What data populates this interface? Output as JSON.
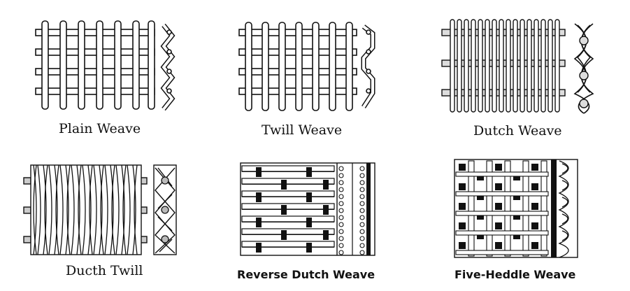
{
  "figure": {
    "panels": [
      {
        "id": "plain",
        "label": "Plain Weave"
      },
      {
        "id": "twill",
        "label": "Twill Weave"
      },
      {
        "id": "dutch",
        "label": "Dutch Weave"
      },
      {
        "id": "dutch-twill",
        "label": "Ducth Twill"
      },
      {
        "id": "reverse-dutch",
        "label": "Reverse Dutch Weave"
      },
      {
        "id": "five-heddle",
        "label": "Five-Heddle Weave"
      }
    ]
  }
}
